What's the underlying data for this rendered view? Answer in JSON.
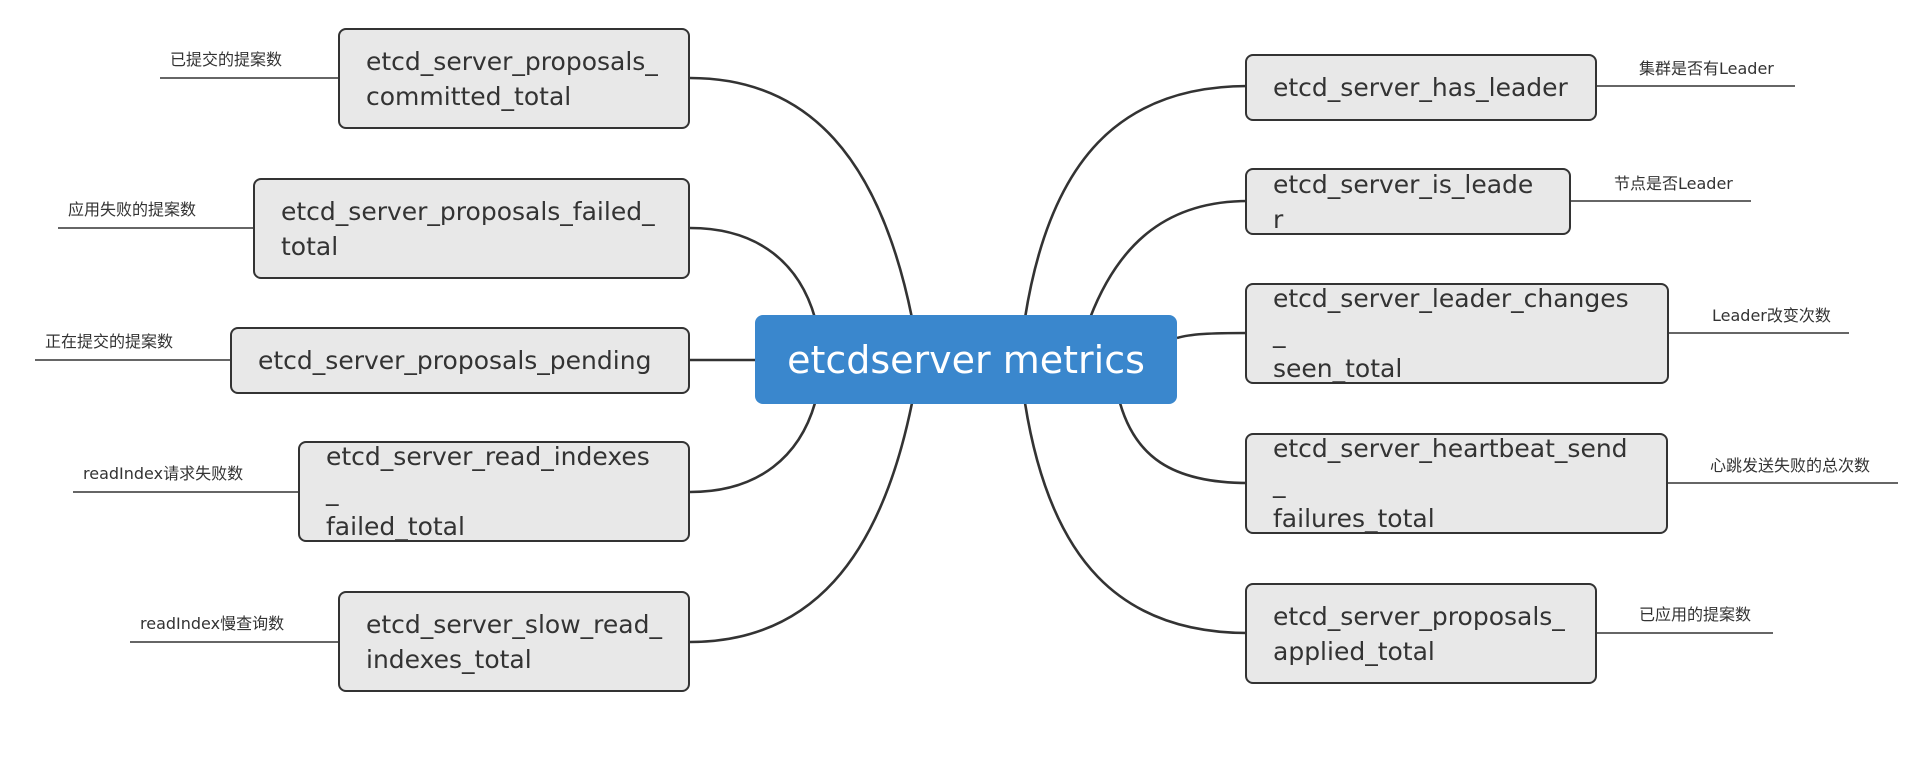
{
  "center": {
    "label": "etcdserver metrics"
  },
  "left_nodes": [
    {
      "label": "etcd_server_proposals_committed_total",
      "line1": "etcd_server_proposals_",
      "line2": "committed_total",
      "note": "已提交的提案数"
    },
    {
      "label": "etcd_server_proposals_failed_total",
      "line1": "etcd_server_proposals_failed_",
      "line2": "total",
      "note": "应用失败的提案数"
    },
    {
      "label": "etcd_server_proposals_pending",
      "note": "正在提交的提案数"
    },
    {
      "label": "etcd_server_read_indexes_failed_total",
      "line1": "etcd_server_read_indexes_",
      "line2": "failed_total",
      "note": "readIndex请求失败数"
    },
    {
      "label": "etcd_server_slow_read_indexes_total",
      "line1": "etcd_server_slow_read_",
      "line2": "indexes_total",
      "note": "readIndex慢查询数"
    }
  ],
  "right_nodes": [
    {
      "label": "etcd_server_has_leader",
      "note": "集群是否有Leader"
    },
    {
      "label": "etcd_server_is_leader",
      "note": "节点是否Leader"
    },
    {
      "label": "etcd_server_leader_changes_seen_total",
      "line1": "etcd_server_leader_changes_",
      "line2": "seen_total",
      "note": "Leader改变次数"
    },
    {
      "label": "etcd_server_heartbeat_send_failures_total",
      "line1": "etcd_server_heartbeat_send_",
      "line2": "failures_total",
      "note": "心跳发送失败的总次数"
    },
    {
      "label": "etcd_server_proposals_applied_total",
      "line1": "etcd_server_proposals_",
      "line2": "applied_total",
      "note": "已应用的提案数"
    }
  ],
  "colors": {
    "center_fill": "#3a87cd",
    "node_fill": "#e8e8e8",
    "stroke": "#333333"
  }
}
